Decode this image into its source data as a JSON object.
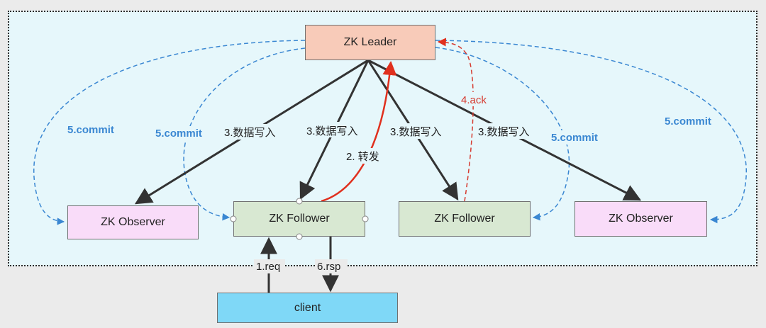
{
  "nodes": {
    "leader": "ZK Leader",
    "observer_left": "ZK Observer",
    "follower_left": "ZK Follower",
    "follower_right": "ZK Follower",
    "observer_right": "ZK Observer",
    "client": "client"
  },
  "edges": {
    "write_1": "3.数据写入",
    "write_2": "3.数据写入",
    "write_3": "3.数据写入",
    "write_4": "3.数据写入",
    "forward": "2. 转发",
    "ack": "4.ack",
    "commit_1": "5.commit",
    "commit_2": "5.commit",
    "commit_3": "5.commit",
    "commit_4": "5.commit",
    "request": "1.req",
    "response": "6.rsp"
  },
  "colors": {
    "write_arrow": "#333333",
    "commit_arrow": "#3a87d2",
    "forward_arrow": "#e0301e",
    "ack_arrow": "#d63a2f"
  }
}
